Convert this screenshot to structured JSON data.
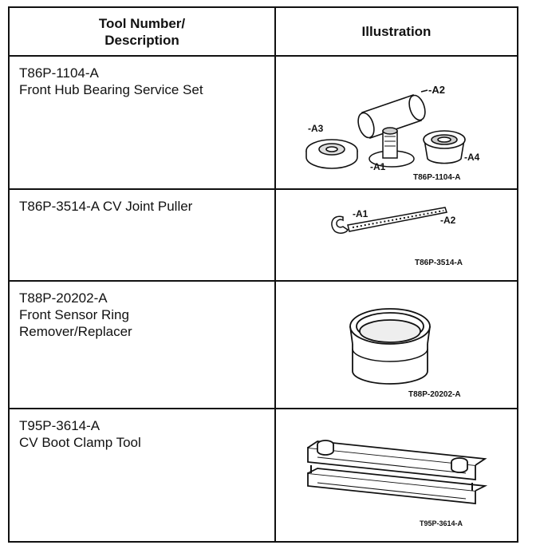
{
  "header": {
    "col1_line1": "Tool Number/",
    "col1_line2": "Description",
    "col2": "Illustration"
  },
  "rows": [
    {
      "number": "T86P-1104-A",
      "description": "Front Hub Bearing Service Set",
      "callouts": [
        "-A2",
        "-A3",
        "-A1",
        "-A4"
      ],
      "caption": "T86P-1104-A",
      "icon": "hub-bearing-set-illustration"
    },
    {
      "number": "T86P-3514-A CV Joint Puller",
      "description": "",
      "callouts": [
        "-A1",
        "-A2"
      ],
      "caption": "T86P-3514-A",
      "icon": "cv-joint-puller-illustration"
    },
    {
      "number": "T88P-20202-A",
      "description_lines": [
        "Front Sensor Ring",
        "Remover/Replacer"
      ],
      "caption": "T88P-20202-A",
      "icon": "sensor-ring-tool-illustration"
    },
    {
      "number": "T95P-3614-A",
      "description": "CV Boot Clamp Tool",
      "caption": "T95P-3614-A",
      "icon": "boot-clamp-tool-illustration"
    }
  ]
}
